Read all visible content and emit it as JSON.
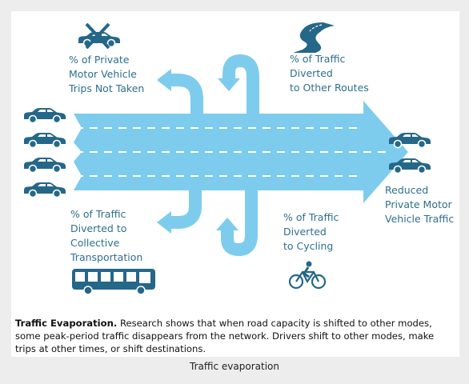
{
  "labels": {
    "trips_not_taken": "% of Private\nMotor Vehicle\nTrips Not Taken",
    "other_routes": "% of Traffic\nDiverted\nto Other Routes",
    "collective": "% of Traffic\nDiverted to\nCollective\nTransportation",
    "cycling": "% of Traffic\nDiverted\nto Cycling",
    "reduced": "Reduced\nPrivate Motor\nVehicle Traffic"
  },
  "caption": {
    "title": "Traffic Evaporation.",
    "body": " Research shows that when road capacity is shifted to other modes, some peak-period traffic disappears from the network. Drivers shift to other modes, make trips at other times, or shift destinations."
  },
  "footer": "Traffic evaporation",
  "colors": {
    "arrow": "#7dccee",
    "icon": "#256788",
    "text": "#2e6f8e"
  },
  "icons": [
    "car-crossed-icon",
    "winding-road-icon",
    "car-icon",
    "bus-icon",
    "bicycle-icon"
  ]
}
